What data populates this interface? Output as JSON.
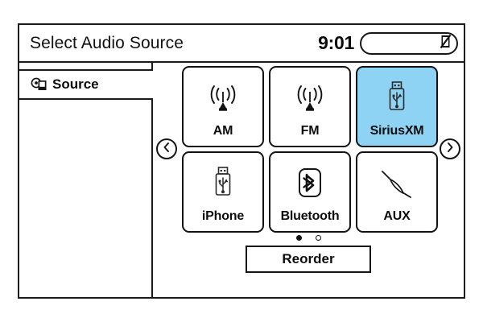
{
  "header": {
    "title": "Select Audio Source",
    "clock": "9:01",
    "status_icon": "no-signal-phone-icon"
  },
  "sidebar": {
    "items": [
      {
        "label": "Source",
        "icon": "disc-device-icon",
        "selected": true
      }
    ]
  },
  "main": {
    "pager": {
      "prev_icon": "chevron-left-icon",
      "next_icon": "chevron-right-icon"
    },
    "tiles": [
      {
        "label": "AM",
        "icon": "radio-tower-icon",
        "selected": false
      },
      {
        "label": "FM",
        "icon": "radio-tower-icon",
        "selected": false
      },
      {
        "label": "SiriusXM",
        "icon": "usb-stick-icon",
        "selected": true
      },
      {
        "label": "iPhone",
        "icon": "usb-stick-icon",
        "selected": false
      },
      {
        "label": "Bluetooth",
        "icon": "bluetooth-icon",
        "selected": false
      },
      {
        "label": "AUX",
        "icon": "aux-cable-plug-icon",
        "selected": false
      }
    ],
    "pagination": {
      "total_pages": 2,
      "current_page": 1
    },
    "reorder_label": "Reorder"
  },
  "colors": {
    "selected_tile": "#8ed2f4",
    "outline": "#121212",
    "background": "#ffffff"
  }
}
